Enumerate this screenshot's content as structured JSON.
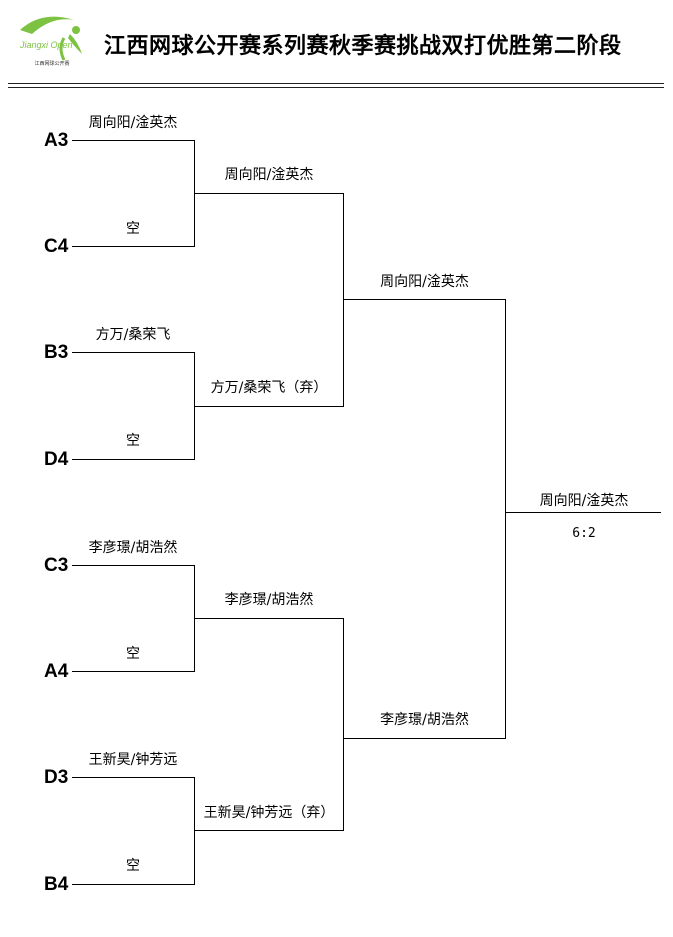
{
  "header": {
    "title": "江西网球公开赛系列赛秋季赛挑战双打优胜第二阶段",
    "logo_text": "Jiangxi Open",
    "logo_caption": "江西网球公开赛",
    "logo_icon": "tennis-figure-logo",
    "accent_color": "#7dc242"
  },
  "round1": [
    {
      "seed": "A3",
      "name": "周向阳/淦英杰"
    },
    {
      "seed": "C4",
      "name": "空"
    },
    {
      "seed": "B3",
      "name": "方万/桑荣飞"
    },
    {
      "seed": "D4",
      "name": "空"
    },
    {
      "seed": "C3",
      "name": "李彦璟/胡浩然"
    },
    {
      "seed": "A4",
      "name": "空"
    },
    {
      "seed": "D3",
      "name": "王新昊/钟芳远"
    },
    {
      "seed": "B4",
      "name": "空"
    }
  ],
  "round2": [
    {
      "name": "周向阳/淦英杰"
    },
    {
      "name": "方万/桑荣飞（弃）"
    },
    {
      "name": "李彦璟/胡浩然"
    },
    {
      "name": "王新昊/钟芳远（弃）"
    }
  ],
  "round3": [
    {
      "name": "周向阳/淦英杰"
    },
    {
      "name": "李彦璟/胡浩然"
    }
  ],
  "final": {
    "winner": "周向阳/淦英杰",
    "score": "6:2"
  }
}
